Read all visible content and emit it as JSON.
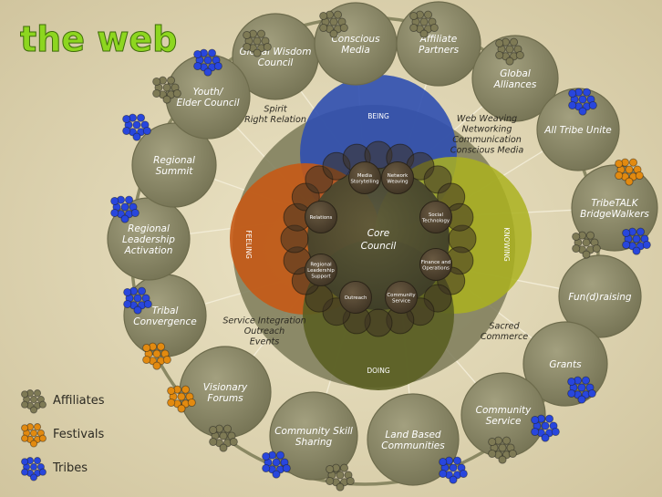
{
  "title": "the web",
  "colors": {
    "background": "#d9cfae",
    "title_green": "#8dd61f",
    "node_fill": "#8c8a6a",
    "ring": "#8a8863",
    "being": "#2f4fb0",
    "feeling": "#c55a16",
    "knowing": "#aab21e",
    "doing": "#5a5f22",
    "affiliate": "#7e7a55",
    "festival": "#e28a10",
    "tribe": "#2846dd"
  },
  "quadrants": {
    "being": "BEING",
    "feeling": "FEELING",
    "knowing": "KNOWING",
    "doing": "DOING"
  },
  "center": {
    "line1": "Core",
    "line2": "Council"
  },
  "inner_nodes": [
    {
      "lines": [
        "Media",
        "Storytelling"
      ]
    },
    {
      "lines": [
        "Network",
        "Weaving"
      ]
    },
    {
      "lines": [
        "Relations"
      ]
    },
    {
      "lines": [
        "Social",
        "Technology"
      ]
    },
    {
      "lines": [
        "Regional",
        "Leadership",
        "Support"
      ]
    },
    {
      "lines": [
        "Finance and",
        "Operations"
      ]
    },
    {
      "lines": [
        "Outreach"
      ]
    },
    {
      "lines": [
        "Community",
        "Service"
      ]
    }
  ],
  "outer_nodes": [
    {
      "lines": [
        "Global Wisdom",
        "Council"
      ]
    },
    {
      "lines": [
        "Conscious",
        "Media"
      ]
    },
    {
      "lines": [
        "Affiliate",
        "Partners"
      ]
    },
    {
      "lines": [
        "Global",
        "Alliances"
      ]
    },
    {
      "lines": [
        "All Tribe Unite"
      ]
    },
    {
      "lines": [
        "TribeTALK",
        "BridgeWalkers"
      ]
    },
    {
      "lines": [
        "Fun(d)raising"
      ]
    },
    {
      "lines": [
        "Grants"
      ]
    },
    {
      "lines": [
        "Community",
        "Service"
      ]
    },
    {
      "lines": [
        "Land Based",
        "Communities"
      ]
    },
    {
      "lines": [
        "Community Skill",
        "Sharing"
      ]
    },
    {
      "lines": [
        "Visionary",
        "Forums"
      ]
    },
    {
      "lines": [
        "Tribal",
        "Convergence"
      ]
    },
    {
      "lines": [
        "Regional",
        "Leadership",
        "Activation"
      ]
    },
    {
      "lines": [
        "Regional",
        "Summit"
      ]
    },
    {
      "lines": [
        "Youth/",
        "Elder Council"
      ]
    }
  ],
  "annotations": [
    {
      "lines": [
        "Spirit",
        "Right Relation"
      ]
    },
    {
      "lines": [
        "Web Weaving",
        "Networking",
        "Communication",
        "Conscious Media"
      ]
    },
    {
      "lines": [
        "Service Integration",
        "Outreach",
        "Events"
      ]
    },
    {
      "lines": [
        "Sacred",
        "Commerce"
      ]
    }
  ],
  "legend": [
    {
      "label": "Affiliates",
      "kind": "affiliate"
    },
    {
      "label": "Festivals",
      "kind": "festival"
    },
    {
      "label": "Tribes",
      "kind": "tribe"
    }
  ]
}
